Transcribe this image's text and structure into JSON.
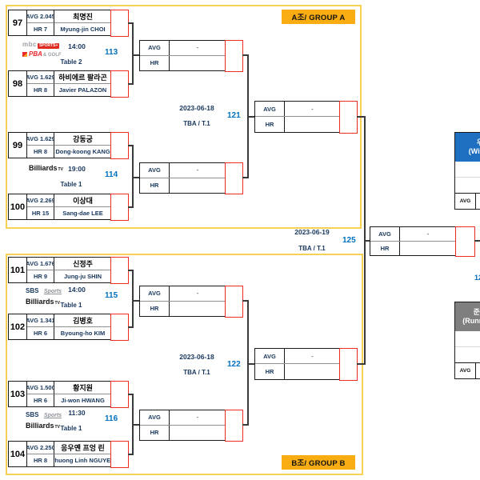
{
  "groups": [
    {
      "badge": "A조/ GROUP A",
      "matches": [
        {
          "no": "97",
          "avg": "AVG 2.045",
          "hr": "HR 7",
          "kr": "최명진",
          "en": "Myung-jin CHOI"
        },
        {
          "no": "98",
          "avg": "AVG 1.629",
          "hr": "HR 8",
          "kr": "하비에르 팔라곤",
          "en": "Javier PALAZON"
        },
        {
          "no": "99",
          "avg": "AVG 1.629",
          "hr": "HR 8",
          "kr": "강동궁",
          "en": "Dong-koong KANG"
        },
        {
          "no": "100",
          "avg": "AVG 2.269",
          "hr": "HR 15",
          "kr": "이상대",
          "en": "Sang-dae LEE"
        }
      ],
      "round2": [
        {
          "no": "113",
          "time": "14:00",
          "table": "Table 2",
          "avg_label": "AVG",
          "hr_label": "HR",
          "avg_value": "-",
          "hr_value": ""
        },
        {
          "no": "114",
          "time": "19:00",
          "table": "Table 1",
          "avg_label": "AVG",
          "hr_label": "HR",
          "avg_value": "-",
          "hr_value": ""
        }
      ],
      "semi": {
        "no": "121",
        "date": "2023-06-18",
        "venue": "TBA / T.1",
        "avg_label": "AVG",
        "hr_label": "HR",
        "avg_value": "-",
        "hr_value": ""
      }
    },
    {
      "badge": "B조/ GROUP B",
      "matches": [
        {
          "no": "101",
          "avg": "AVG 1.676",
          "hr": "HR 9",
          "kr": "신정주",
          "en": "Jung-ju SHIN"
        },
        {
          "no": "102",
          "avg": "AVG 1.341",
          "hr": "HR 6",
          "kr": "김병호",
          "en": "Byoung-ho KIM"
        },
        {
          "no": "103",
          "avg": "AVG 1.500",
          "hr": "HR 6",
          "kr": "황지원",
          "en": "Ji-won HWANG"
        },
        {
          "no": "104",
          "avg": "AVG 2.250",
          "hr": "HR 8",
          "kr": "응우옌 프엉 린",
          "en": "Phuong Linh NGUYEN"
        }
      ],
      "round2": [
        {
          "no": "115",
          "time": "14:00",
          "table": "Table 1",
          "avg_label": "AVG",
          "hr_label": "HR",
          "avg_value": "-",
          "hr_value": ""
        },
        {
          "no": "116",
          "time": "11:30",
          "table": "Table 1",
          "avg_label": "AVG",
          "hr_label": "HR",
          "avg_value": "-",
          "hr_value": ""
        }
      ],
      "semi": {
        "no": "122",
        "date": "2023-06-18",
        "venue": "TBA / T.1",
        "avg_label": "AVG",
        "hr_label": "HR",
        "avg_value": "-",
        "hr_value": ""
      }
    }
  ],
  "final": {
    "no": "125",
    "date": "2023-06-19",
    "venue": "TBA / T.1",
    "avg_label": "AVG",
    "hr_label": "HR",
    "avg_value": "-",
    "hr_value": ""
  },
  "winner_box": {
    "title_kr": "우승",
    "title_en": "(Winner)",
    "name1": "-",
    "name2": "-",
    "avg_label": "AVG"
  },
  "runnerup_box": {
    "title_kr": "준우승",
    "title_en": "(Runner-up)",
    "name1": "-",
    "name2": "-",
    "avg_label": "AVG"
  },
  "edge_number": "12",
  "logos": {
    "mbc": "mbc",
    "mbc_badge": "SPORTS+",
    "pba": "PBA",
    "pba_golf": "& GOLF",
    "sbs": "SBS",
    "sbs_sports": "Sports",
    "billiards": "Billiards",
    "billiards_tv": "TV"
  },
  "colors": {
    "group_border": "#f7d056",
    "badge_bg": "#f9ad13",
    "winner_slot": "#ef2b24",
    "match_no_blue": "#0070c0",
    "winner_header": "#1e6fc0",
    "runnerup_header": "#7f7f7f"
  }
}
